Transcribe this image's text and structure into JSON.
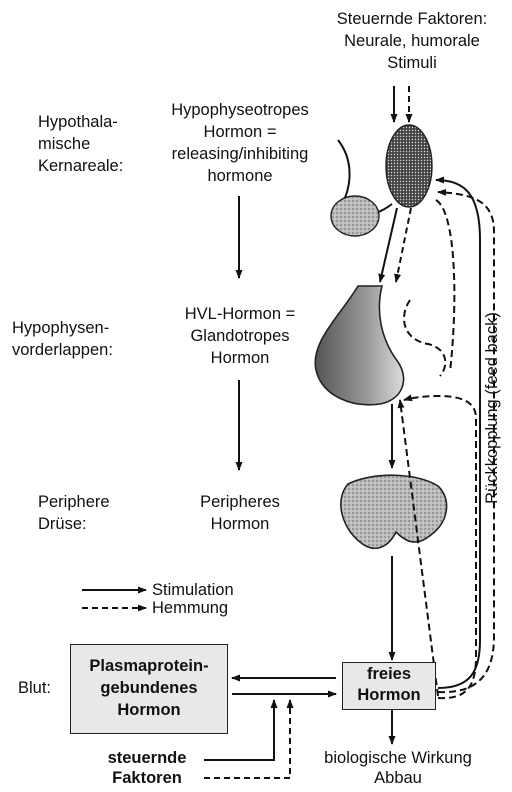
{
  "top_factors": {
    "line1": "Steuernde Faktoren:",
    "line2": "Neurale, humorale",
    "line3": "Stimuli"
  },
  "rows": {
    "hypothalamus": {
      "label_l1": "Hypothala-",
      "label_l2": "mische",
      "label_l3": "Kernareale:",
      "hormone_l1": "Hypophyseotropes",
      "hormone_l2": "Hormon =",
      "hormone_l3": "releasing/inhibiting",
      "hormone_l4": "hormone"
    },
    "pituitary": {
      "label_l1": "Hypophysen-",
      "label_l2": "vorderlappen:",
      "hormone_l1": "HVL-Hormon =",
      "hormone_l2": "Glandotropes",
      "hormone_l3": "Hormon"
    },
    "gland": {
      "label_l1": "Periphere",
      "label_l2": "Drüse:",
      "hormone_l1": "Peripheres",
      "hormone_l2": "Hormon"
    },
    "blood": {
      "label": "Blut:"
    }
  },
  "legend": {
    "stimulation": "Stimulation",
    "inhibition": "Hemmung"
  },
  "feedback_label": "Rückkopplung (feed back)",
  "boxes": {
    "bound": {
      "line1": "Plasmaprotein-",
      "line2": "gebundenes",
      "line3": "Hormon"
    },
    "free": {
      "line1": "freies",
      "line2": "Hormon"
    }
  },
  "bottom": {
    "controls_l1": "steuernde",
    "controls_l2": "Faktoren",
    "effect_l1": "biologische Wirkung",
    "effect_l2": "Abbau"
  }
}
